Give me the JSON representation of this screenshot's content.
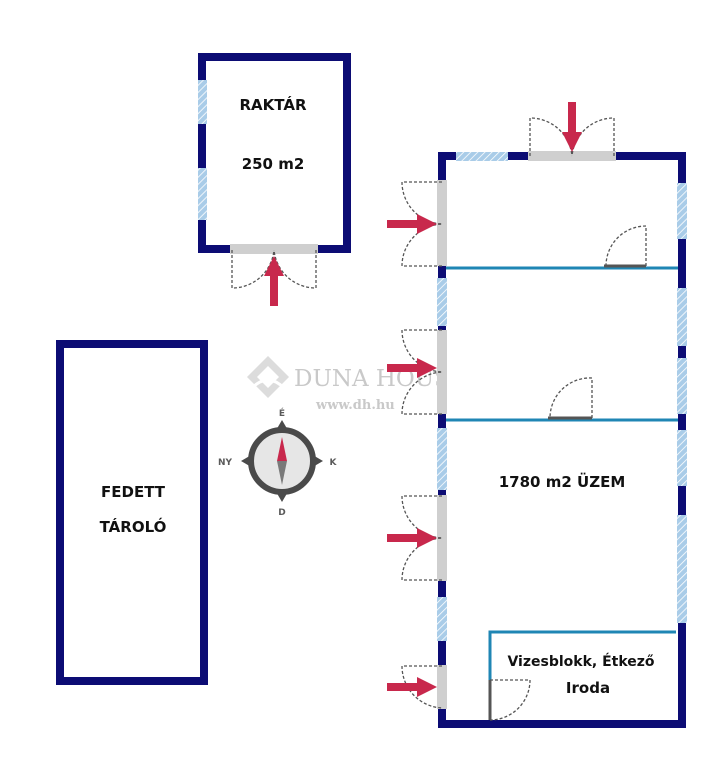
{
  "rooms": {
    "raktar": {
      "name": "RAKTÁR",
      "area": "250 m2"
    },
    "fedett": {
      "line1": "FEDETT",
      "line2": "TÁROLÓ"
    },
    "uzem": {
      "label": "1780 m2 ÜZEM"
    },
    "iroda": {
      "line1": "Vizesblokk, Étkező",
      "line2": "Iroda"
    }
  },
  "watermark": {
    "brand": "DUNA HOUSE",
    "trademark": "®",
    "url": "www.dh.hu"
  },
  "compass": {
    "north": "É",
    "east": "K",
    "south": "D",
    "west": "NY"
  },
  "colors": {
    "wall": "#0c0c74",
    "window": "#a9cce8",
    "partition": "#1f86b4",
    "entrance_arrow": "#c8284c",
    "door_swing": "#555555"
  }
}
